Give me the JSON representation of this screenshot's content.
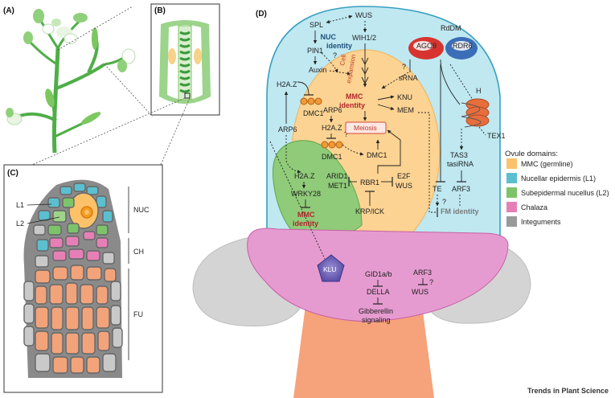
{
  "panels": {
    "a": "(A)",
    "b": "(B)",
    "c": "(C)",
    "d": "(D)"
  },
  "panel_c": {
    "l1": "L1",
    "l2": "L2",
    "nuc": "NUC",
    "ch": "CH",
    "fu": "FU"
  },
  "diagram": {
    "spl": "SPL",
    "wus_top": "WUS",
    "pin1": "PIN1",
    "wih12": "WIH1/2",
    "nuc_identity_1": "NUC",
    "nuc_identity_2": "identity",
    "auxin": "Auxin",
    "cell_expansion_1": "Cell",
    "cell_expansion_2": "expansion",
    "q1": "?",
    "q2": "?",
    "q3": "?",
    "q4": "?",
    "q5": "?",
    "srna": "sRNA",
    "rddm": "RdDM",
    "ago9": "AGO9",
    "rdr6": "RDR6",
    "h": "H",
    "h2az_top": "H2A.Z",
    "dmc1_top": "DMC1",
    "arp6_left": "ARP6",
    "arp6_inner": "ARP6",
    "h2az_inner": "H2A.Z",
    "dmc1_inner": "DMC1",
    "dmc1_right": "DMC1",
    "mmc_identity_1": "MMC",
    "mmc_identity_2": "identity",
    "knu": "KNU",
    "mem": "MEM",
    "meiosis": "Meiosis",
    "tex1": "TEX1",
    "tas3": "TAS3",
    "tasirna": "tasiRNA",
    "arf3_right": "ARF3",
    "te": "TE",
    "fm_identity": "FM identity",
    "h2az_green": "H2A.Z",
    "wrky28": "WRKY28",
    "mmc_green_1": "MMC",
    "mmc_green_2": "identity",
    "arid1": "ARID1",
    "met1": "MET1",
    "rbr1": "RBR1",
    "e2f": "E2F",
    "wus_inner": "WUS",
    "krp_ick": "KRP/ICK",
    "klu": "KLU",
    "gid1ab": "GID1a/b",
    "della": "DELLA",
    "gibberellin": "Gibberellin",
    "signaling": "signaling",
    "arf3_bottom": "ARF3",
    "wus_bottom": "WUS"
  },
  "legend": {
    "title": "Ovule domains:",
    "items": [
      {
        "label": "MMC (germline)",
        "color": "#fbc26a"
      },
      {
        "label": "Nucellar epidermis (L1)",
        "color": "#5bbfcf"
      },
      {
        "label": "Subepidermal nucellus (L2)",
        "color": "#7dc36a"
      },
      {
        "label": "Chalaza",
        "color": "#e77fb7"
      },
      {
        "label": "Integuments",
        "color": "#9a9a9a"
      }
    ]
  },
  "colors": {
    "nucellus": "#bfe8f1",
    "nucellus_stroke": "#3a9fbf",
    "mmc": "#fcd392",
    "subepidermal": "#8fcb78",
    "chalaza": "#e69bd0",
    "integument": "#d6d6d6",
    "funiculus": "#f3a37a",
    "identity_red": "#b3252d",
    "nuc_blue": "#1d4f7a"
  },
  "footer": "Trends in Plant Science"
}
